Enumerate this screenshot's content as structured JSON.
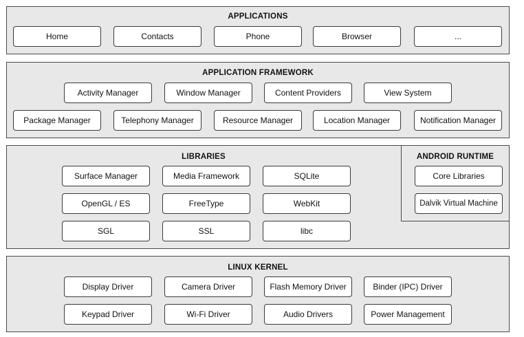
{
  "applications": {
    "title": "APPLICATIONS",
    "items": [
      "Home",
      "Contacts",
      "Phone",
      "Browser",
      "..."
    ]
  },
  "framework": {
    "title": "APPLICATION FRAMEWORK",
    "row1": [
      "Activity Manager",
      "Window Manager",
      "Content Providers",
      "View System"
    ],
    "row2": [
      "Package Manager",
      "Telephony Manager",
      "Resource Manager",
      "Location Manager",
      "Notification Manager"
    ]
  },
  "libraries": {
    "title": "LIBRARIES",
    "items": [
      "Surface Manager",
      "Media Framework",
      "SQLite",
      "OpenGL / ES",
      "FreeType",
      "WebKit",
      "SGL",
      "SSL",
      "libc"
    ]
  },
  "runtime": {
    "title": "ANDROID RUNTIME",
    "items": [
      "Core Libraries",
      "Dalvik Virtual Machine"
    ]
  },
  "kernel": {
    "title": "LINUX KERNEL",
    "row1": [
      "Display Driver",
      "Camera Driver",
      "Flash Memory Driver",
      "Binder (IPC) Driver"
    ],
    "row2": [
      "Keypad Driver",
      "Wi-Fi Driver",
      "Audio Drivers",
      "Power Management"
    ]
  }
}
